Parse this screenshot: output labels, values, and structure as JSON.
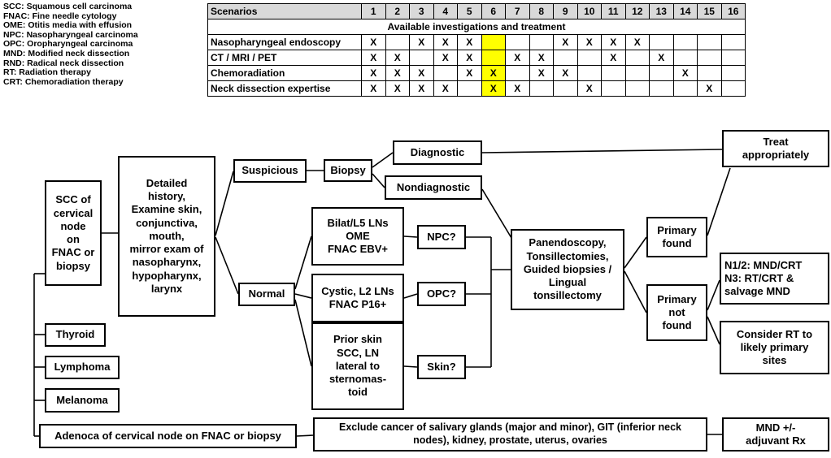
{
  "legend": {
    "items": [
      "SCC: Squamous cell carcinoma",
      "FNAC: Fine needle cytology",
      "OME: Otitis media with effusion",
      "NPC: Nasopharyngeal carcinoma",
      "OPC: Oropharyngeal carcinoma",
      "MND: Modified neck dissection",
      "RND: Radical neck dissection",
      "RT: Radiation therapy",
      "CRT: Chemoradiation therapy"
    ]
  },
  "table": {
    "header": "Scenarios",
    "header_bg": "#d9d9d9",
    "columns": [
      "1",
      "2",
      "3",
      "4",
      "5",
      "6",
      "7",
      "8",
      "9",
      "10",
      "11",
      "12",
      "13",
      "14",
      "15",
      "16"
    ],
    "subheader": "Available investigations and treatment",
    "highlight_scenario": 6,
    "highlight_color": "#ffff00",
    "rows": [
      {
        "label": "Nasopharyngeal endoscopy",
        "cells": [
          "X",
          "",
          "X",
          "X",
          "X",
          "",
          "",
          "",
          "X",
          "X",
          "X",
          "X",
          "",
          "",
          "",
          ""
        ]
      },
      {
        "label": "CT / MRI / PET",
        "cells": [
          "X",
          "X",
          "",
          "X",
          "X",
          "",
          "X",
          "X",
          "",
          "",
          "X",
          "",
          "X",
          "",
          "",
          ""
        ]
      },
      {
        "label": "Chemoradiation",
        "cells": [
          "X",
          "X",
          "X",
          "",
          "X",
          "X",
          "",
          "X",
          "X",
          "",
          "",
          "",
          "",
          "X",
          "",
          ""
        ]
      },
      {
        "label": "Neck dissection expertise",
        "cells": [
          "X",
          "X",
          "X",
          "X",
          "",
          "X",
          "X",
          "",
          "",
          "X",
          "",
          "",
          "",
          "",
          "X",
          ""
        ]
      }
    ]
  },
  "flow": {
    "scc": "SCC of\ncervical\nnode\non\nFNAC or\nbiopsy",
    "detailed_history": "Detailed\nhistory,\nExamine skin,\nconjunctiva,\nmouth,\nmirror exam of\nnasopharynx,\nhypopharynx,\nlarynx",
    "suspicious": "Suspicious",
    "biopsy": "Biopsy",
    "diagnostic": "Diagnostic",
    "nondiagnostic": "Nondiagnostic",
    "treat_appropriately": "Treat\nappropriately",
    "bilat": "Bilat/L5 LNs\nOME\nFNAC EBV+",
    "npc": "NPC?",
    "normal": "Normal",
    "cystic": "Cystic, L2 LNs\nFNAC P16+",
    "opc": "OPC?",
    "prior_skin": "Prior skin\nSCC, LN\nlateral to\nsternomas-\ntoid",
    "skin": "Skin?",
    "panendoscopy": "Panendoscopy,\nTonsillectomies,\nGuided biopsies /\nLingual\ntonsillectomy",
    "primary_found": "Primary\nfound",
    "primary_not_found": "Primary\nnot\nfound",
    "n_stage": "N1/2: MND/CRT\nN3: RT/CRT &\nsalvage MND",
    "consider_rt": "Consider RT to\nlikely primary\nsites",
    "thyroid": "Thyroid",
    "lymphoma": "Lymphoma",
    "melanoma": "Melanoma",
    "adenoca": "Adenoca of cervical node on FNAC or biopsy",
    "exclude": "Exclude cancer of salivary glands (major and minor), GIT (inferior neck\nnodes), kidney, prostate, uterus, ovaries",
    "mnd_adjuvant": "MND  +/-\nadjuvant Rx"
  }
}
